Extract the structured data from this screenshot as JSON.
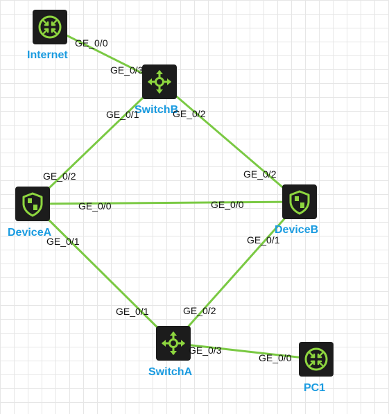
{
  "colors": {
    "link": "#7ac943",
    "icon_bg": "#1c1c1c",
    "icon_glyph": "#8ed63f",
    "label": "#1a9be0"
  },
  "nodes": [
    {
      "id": "internet",
      "name": "Internet",
      "icon": "router-icon"
    },
    {
      "id": "switchb",
      "name": "SwitchB",
      "icon": "switch-icon"
    },
    {
      "id": "devicea",
      "name": "DeviceA",
      "icon": "firewall-icon"
    },
    {
      "id": "deviceb",
      "name": "DeviceB",
      "icon": "firewall-icon"
    },
    {
      "id": "switcha",
      "name": "SwitchA",
      "icon": "switch-icon"
    },
    {
      "id": "pc1",
      "name": "PC1",
      "icon": "router-icon"
    }
  ],
  "links": [
    {
      "from": "internet",
      "to": "switchb",
      "from_port": "GE_0/0",
      "to_port": "GE_0/3"
    },
    {
      "from": "switchb",
      "to": "devicea",
      "from_port": "GE_0/1",
      "to_port": "GE_0/2"
    },
    {
      "from": "switchb",
      "to": "deviceb",
      "from_port": "GE_0/2",
      "to_port": "GE_0/2"
    },
    {
      "from": "devicea",
      "to": "deviceb",
      "from_port": "GE_0/0",
      "to_port": "GE_0/0"
    },
    {
      "from": "devicea",
      "to": "switcha",
      "from_port": "GE_0/1",
      "to_port": "GE_0/1"
    },
    {
      "from": "deviceb",
      "to": "switcha",
      "from_port": "GE_0/1",
      "to_port": "GE_0/2"
    },
    {
      "from": "switcha",
      "to": "pc1",
      "from_port": "GE_0/3",
      "to_port": "GE_0/0"
    }
  ]
}
